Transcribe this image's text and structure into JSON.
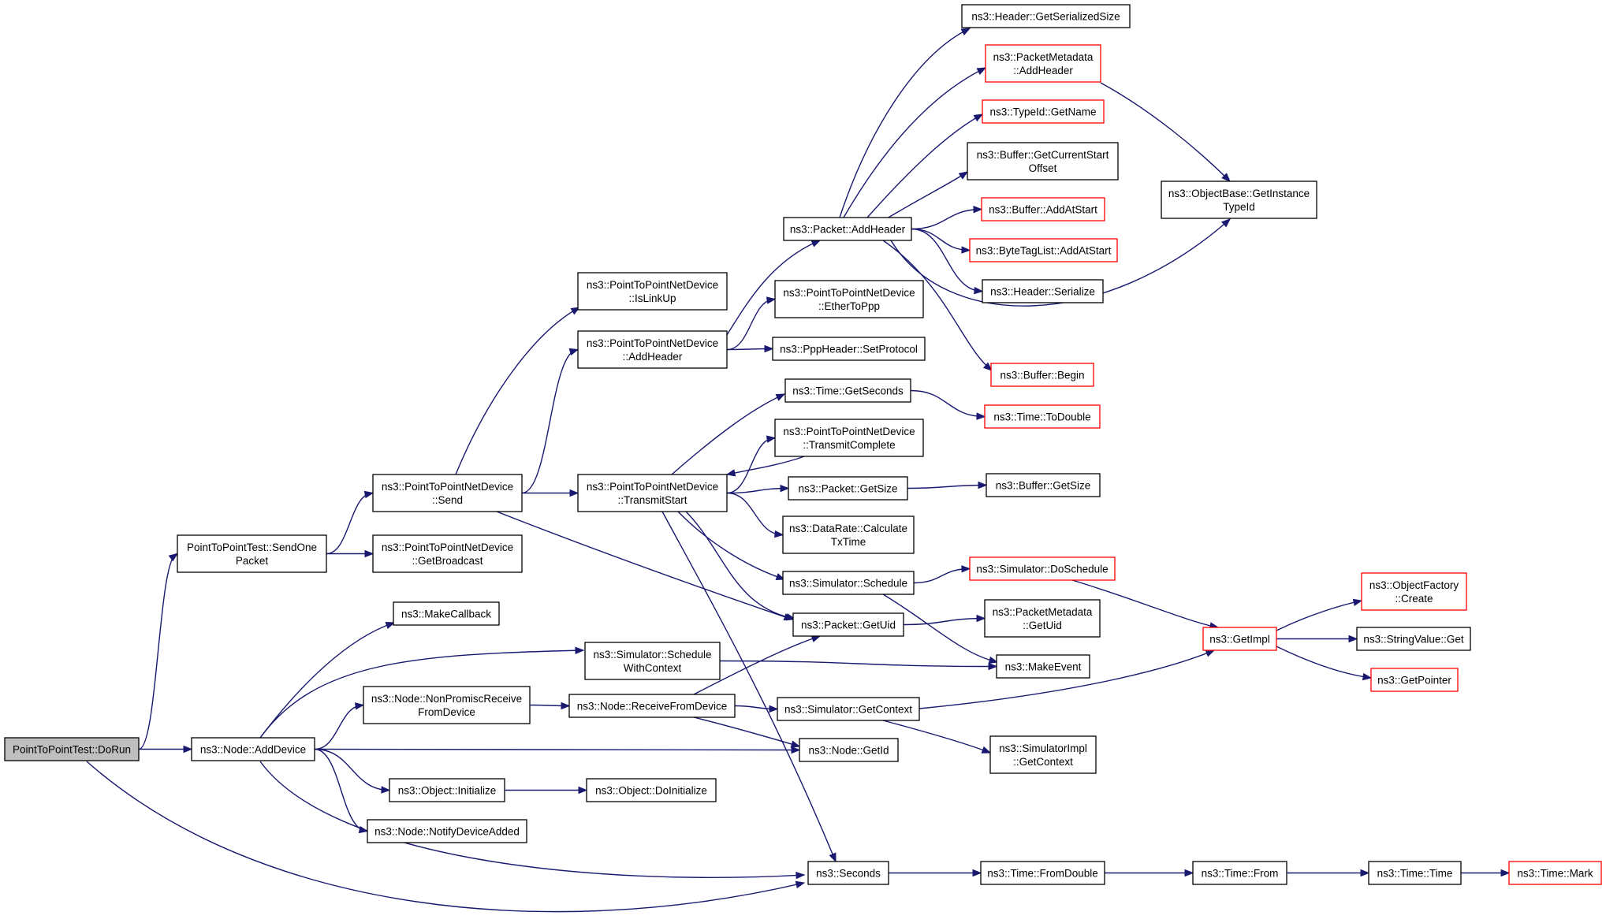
{
  "nodes": [
    {
      "id": "do_run",
      "lines": [
        "PointToPointTest::DoRun"
      ],
      "style": "root"
    },
    {
      "id": "send_one_packet",
      "lines": [
        "PointToPointTest::SendOne",
        "Packet"
      ],
      "style": "normal"
    },
    {
      "id": "node_add_device",
      "lines": [
        "ns3::Node::AddDevice"
      ],
      "style": "normal"
    },
    {
      "id": "p2p_send",
      "lines": [
        "ns3::PointToPointNetDevice",
        "::Send"
      ],
      "style": "normal"
    },
    {
      "id": "p2p_get_broadcast",
      "lines": [
        "ns3::PointToPointNetDevice",
        "::GetBroadcast"
      ],
      "style": "normal"
    },
    {
      "id": "make_callback",
      "lines": [
        "ns3::MakeCallback"
      ],
      "style": "normal"
    },
    {
      "id": "node_nonpromisc",
      "lines": [
        "ns3::Node::NonPromiscReceive",
        "FromDevice"
      ],
      "style": "normal"
    },
    {
      "id": "object_initialize",
      "lines": [
        "ns3::Object::Initialize"
      ],
      "style": "normal"
    },
    {
      "id": "node_notify",
      "lines": [
        "ns3::Node::NotifyDeviceAdded"
      ],
      "style": "normal"
    },
    {
      "id": "p2p_islinkup",
      "lines": [
        "ns3::PointToPointNetDevice",
        "::IsLinkUp"
      ],
      "style": "normal"
    },
    {
      "id": "p2p_addheader",
      "lines": [
        "ns3::PointToPointNetDevice",
        "::AddHeader"
      ],
      "style": "normal"
    },
    {
      "id": "p2p_transmitstart",
      "lines": [
        "ns3::PointToPointNetDevice",
        "::TransmitStart"
      ],
      "style": "normal"
    },
    {
      "id": "sim_schedule_ctx",
      "lines": [
        "ns3::Simulator::Schedule",
        "WithContext"
      ],
      "style": "normal"
    },
    {
      "id": "node_receive",
      "lines": [
        "ns3::Node::ReceiveFromDevice"
      ],
      "style": "normal"
    },
    {
      "id": "object_doinit",
      "lines": [
        "ns3::Object::DoInitialize"
      ],
      "style": "normal"
    },
    {
      "id": "packet_addheader",
      "lines": [
        "ns3::Packet::AddHeader"
      ],
      "style": "normal"
    },
    {
      "id": "p2p_ethertoppp",
      "lines": [
        "ns3::PointToPointNetDevice",
        "::EtherToPpp"
      ],
      "style": "normal"
    },
    {
      "id": "pppheader_setprotocol",
      "lines": [
        "ns3::PppHeader::SetProtocol"
      ],
      "style": "normal"
    },
    {
      "id": "time_getseconds",
      "lines": [
        "ns3::Time::GetSeconds"
      ],
      "style": "normal"
    },
    {
      "id": "p2p_transmitcomplete",
      "lines": [
        "ns3::PointToPointNetDevice",
        "::TransmitComplete"
      ],
      "style": "normal"
    },
    {
      "id": "packet_getsize",
      "lines": [
        "ns3::Packet::GetSize"
      ],
      "style": "normal"
    },
    {
      "id": "datarate_calc",
      "lines": [
        "ns3::DataRate::Calculate",
        "TxTime"
      ],
      "style": "normal"
    },
    {
      "id": "sim_schedule",
      "lines": [
        "ns3::Simulator::Schedule"
      ],
      "style": "normal"
    },
    {
      "id": "packet_getuid",
      "lines": [
        "ns3::Packet::GetUid"
      ],
      "style": "normal"
    },
    {
      "id": "sim_getcontext",
      "lines": [
        "ns3::Simulator::GetContext"
      ],
      "style": "normal"
    },
    {
      "id": "node_getid",
      "lines": [
        "ns3::Node::GetId"
      ],
      "style": "normal"
    },
    {
      "id": "seconds",
      "lines": [
        "ns3::Seconds"
      ],
      "style": "normal"
    },
    {
      "id": "header_getsersize",
      "lines": [
        "ns3::Header::GetSerializedSize"
      ],
      "style": "normal"
    },
    {
      "id": "pktmeta_addheader",
      "lines": [
        "ns3::PacketMetadata",
        "::AddHeader"
      ],
      "style": "red"
    },
    {
      "id": "typeid_getname",
      "lines": [
        "ns3::TypeId::GetName"
      ],
      "style": "red"
    },
    {
      "id": "buffer_getcurstart",
      "lines": [
        "ns3::Buffer::GetCurrentStart",
        "Offset"
      ],
      "style": "normal"
    },
    {
      "id": "buffer_addatstart",
      "lines": [
        "ns3::Buffer::AddAtStart"
      ],
      "style": "red"
    },
    {
      "id": "bytetag_addatstart",
      "lines": [
        "ns3::ByteTagList::AddAtStart"
      ],
      "style": "red"
    },
    {
      "id": "header_serialize",
      "lines": [
        "ns3::Header::Serialize"
      ],
      "style": "normal"
    },
    {
      "id": "buffer_begin",
      "lines": [
        "ns3::Buffer::Begin"
      ],
      "style": "red"
    },
    {
      "id": "time_todouble",
      "lines": [
        "ns3::Time::ToDouble"
      ],
      "style": "red"
    },
    {
      "id": "buffer_getsize",
      "lines": [
        "ns3::Buffer::GetSize"
      ],
      "style": "normal"
    },
    {
      "id": "sim_doschedule",
      "lines": [
        "ns3::Simulator::DoSchedule"
      ],
      "style": "red"
    },
    {
      "id": "pktmeta_getuid",
      "lines": [
        "ns3::PacketMetadata",
        "::GetUid"
      ],
      "style": "normal"
    },
    {
      "id": "make_event",
      "lines": [
        "ns3::MakeEvent"
      ],
      "style": "normal"
    },
    {
      "id": "simimpl_getcontext",
      "lines": [
        "ns3::SimulatorImpl",
        "::GetContext"
      ],
      "style": "normal"
    },
    {
      "id": "time_fromdouble",
      "lines": [
        "ns3::Time::FromDouble"
      ],
      "style": "normal"
    },
    {
      "id": "objbase_getinstance",
      "lines": [
        "ns3::ObjectBase::GetInstance",
        "TypeId"
      ],
      "style": "normal"
    },
    {
      "id": "getimpl",
      "lines": [
        "ns3::GetImpl"
      ],
      "style": "red"
    },
    {
      "id": "time_from",
      "lines": [
        "ns3::Time::From"
      ],
      "style": "normal"
    },
    {
      "id": "objfactory_create",
      "lines": [
        "ns3::ObjectFactory",
        "::Create"
      ],
      "style": "red"
    },
    {
      "id": "stringvalue_get",
      "lines": [
        "ns3::StringValue::Get"
      ],
      "style": "normal"
    },
    {
      "id": "getpointer",
      "lines": [
        "ns3::GetPointer"
      ],
      "style": "red"
    },
    {
      "id": "time_time",
      "lines": [
        "ns3::Time::Time"
      ],
      "style": "normal"
    },
    {
      "id": "time_mark",
      "lines": [
        "ns3::Time::Mark"
      ],
      "style": "red"
    }
  ],
  "edges": [
    [
      "do_run",
      "send_one_packet"
    ],
    [
      "do_run",
      "node_add_device"
    ],
    [
      "do_run",
      "seconds"
    ],
    [
      "send_one_packet",
      "p2p_send"
    ],
    [
      "send_one_packet",
      "p2p_get_broadcast"
    ],
    [
      "node_add_device",
      "make_callback"
    ],
    [
      "node_add_device",
      "sim_schedule_ctx"
    ],
    [
      "node_add_device",
      "node_nonpromisc"
    ],
    [
      "node_add_device",
      "node_getid"
    ],
    [
      "node_add_device",
      "object_initialize"
    ],
    [
      "node_add_device",
      "node_notify"
    ],
    [
      "node_add_device",
      "seconds"
    ],
    [
      "p2p_send",
      "p2p_islinkup"
    ],
    [
      "p2p_send",
      "p2p_addheader"
    ],
    [
      "p2p_send",
      "p2p_transmitstart"
    ],
    [
      "p2p_send",
      "packet_getuid"
    ],
    [
      "node_nonpromisc",
      "node_receive"
    ],
    [
      "object_initialize",
      "object_doinit"
    ],
    [
      "p2p_addheader",
      "packet_addheader"
    ],
    [
      "p2p_addheader",
      "p2p_ethertoppp"
    ],
    [
      "p2p_addheader",
      "pppheader_setprotocol"
    ],
    [
      "p2p_transmitstart",
      "time_getseconds"
    ],
    [
      "p2p_transmitstart",
      "p2p_transmitcomplete"
    ],
    [
      "p2p_transmitcomplete",
      "p2p_transmitstart"
    ],
    [
      "p2p_transmitstart",
      "packet_getsize"
    ],
    [
      "p2p_transmitstart",
      "datarate_calc"
    ],
    [
      "p2p_transmitstart",
      "sim_schedule"
    ],
    [
      "p2p_transmitstart",
      "packet_getuid"
    ],
    [
      "p2p_transmitstart",
      "seconds"
    ],
    [
      "sim_schedule_ctx",
      "make_event"
    ],
    [
      "node_receive",
      "packet_getuid"
    ],
    [
      "node_receive",
      "sim_getcontext"
    ],
    [
      "node_receive",
      "node_getid"
    ],
    [
      "packet_addheader",
      "header_getsersize"
    ],
    [
      "packet_addheader",
      "pktmeta_addheader"
    ],
    [
      "packet_addheader",
      "typeid_getname"
    ],
    [
      "packet_addheader",
      "buffer_getcurstart"
    ],
    [
      "packet_addheader",
      "buffer_addatstart"
    ],
    [
      "packet_addheader",
      "bytetag_addatstart"
    ],
    [
      "packet_addheader",
      "header_serialize"
    ],
    [
      "packet_addheader",
      "objbase_getinstance"
    ],
    [
      "packet_addheader",
      "buffer_begin"
    ],
    [
      "pktmeta_addheader",
      "objbase_getinstance"
    ],
    [
      "time_getseconds",
      "time_todouble"
    ],
    [
      "packet_getsize",
      "buffer_getsize"
    ],
    [
      "sim_schedule",
      "sim_doschedule"
    ],
    [
      "sim_schedule",
      "make_event"
    ],
    [
      "packet_getuid",
      "pktmeta_getuid"
    ],
    [
      "sim_getcontext",
      "getimpl"
    ],
    [
      "sim_getcontext",
      "simimpl_getcontext"
    ],
    [
      "sim_doschedule",
      "getimpl"
    ],
    [
      "seconds",
      "time_fromdouble"
    ],
    [
      "time_fromdouble",
      "time_from"
    ],
    [
      "time_from",
      "time_time"
    ],
    [
      "time_time",
      "time_mark"
    ],
    [
      "getimpl",
      "objfactory_create"
    ],
    [
      "getimpl",
      "stringvalue_get"
    ],
    [
      "getimpl",
      "getpointer"
    ]
  ]
}
